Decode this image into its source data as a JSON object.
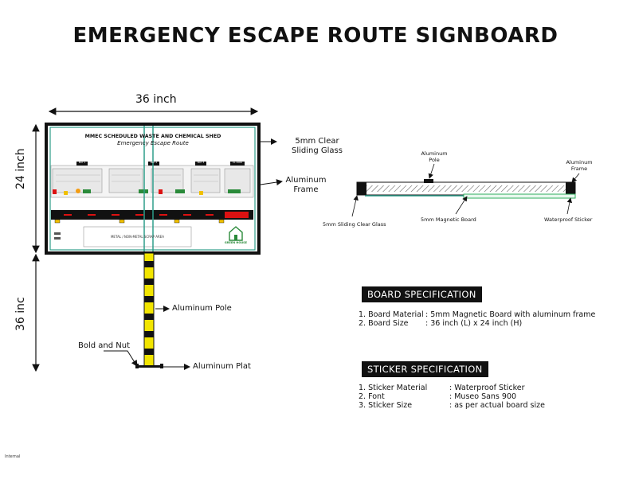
{
  "title": "EMERGENCY ESCAPE ROUTE SIGNBOARD",
  "dimensions": {
    "width": "36 inch",
    "height": "24 inch",
    "pole_height": "36 inc"
  },
  "front_labels": {
    "glass": "5mm Clear Sliding Glass",
    "frame": "Aluminum Frame",
    "pole": "Aluminum Pole",
    "bolt": "Bold and Nut",
    "plate": "Aluminum Plat"
  },
  "board": {
    "heading": "MMEC SCHEDULED WASTE AND CHEMICAL SHED",
    "subheading": "Emergency Escape Route",
    "zone_labels": [
      "BAY 1",
      "BAY 2",
      "BAY 3",
      "CL 4000"
    ],
    "area_label": "METAL / NON-METAL SCRAP AREA",
    "logo_text": "GREEN HOUSE"
  },
  "side_view": {
    "pole_label": "Aluminum Pole",
    "frame_label": "Aluminum Frame",
    "glass_label": "5mm Sliding Clear Glass",
    "board_label": "5mm Magnetic Board",
    "sticker_label": "Waterproof Sticker"
  },
  "board_spec": {
    "heading": "BOARD SPECIFICATION",
    "rows": [
      {
        "label": "1. Board Material",
        "value": ":  5mm Magnetic Board with aluminum frame"
      },
      {
        "label": "2. Board Size",
        "value": ":  36 inch (L)  x  24 inch (H)"
      }
    ]
  },
  "sticker_spec": {
    "heading": "STICKER SPECIFICATION",
    "rows": [
      {
        "label": "1. Sticker Material",
        "value": ":  Waterproof Sticker"
      },
      {
        "label": "2. Font",
        "value": ":  Museo Sans 900"
      },
      {
        "label": "3. Sticker Size",
        "value": ":  as per actual board size"
      }
    ]
  },
  "footer": "Internal",
  "colors": {
    "frame": "#111111",
    "glass": "#2e9e8a",
    "sticker": "#2fae5e",
    "pole_yellow": "#f2e500"
  }
}
